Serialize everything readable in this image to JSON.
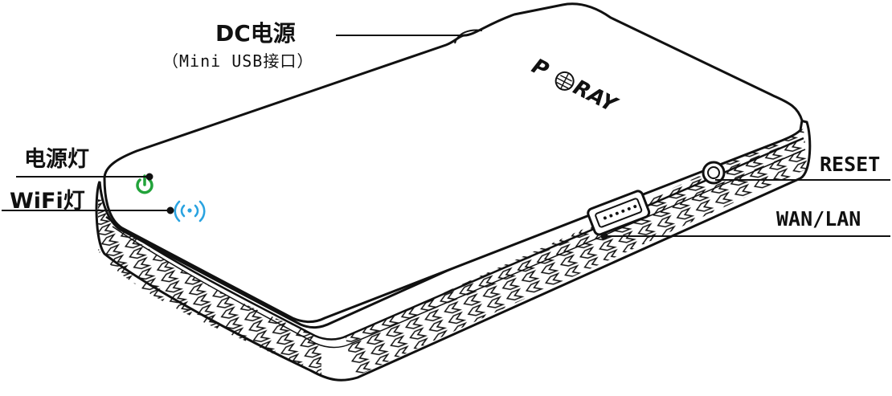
{
  "labels": {
    "dc_power": "DC电源",
    "dc_power_sub": "（Mini USB接口）",
    "power_led": "电源灯",
    "wifi_led": "WiFi灯",
    "reset": "RESET",
    "wan_lan": "WAN/LAN"
  },
  "brand": {
    "logo_text": "PORAY"
  },
  "colors": {
    "power_led": "#22a33a",
    "wifi_led": "#2aa3e0",
    "outline": "#111111"
  },
  "icons": {
    "power_led": "power-icon",
    "wifi_led": "wifi-signal-icon"
  }
}
